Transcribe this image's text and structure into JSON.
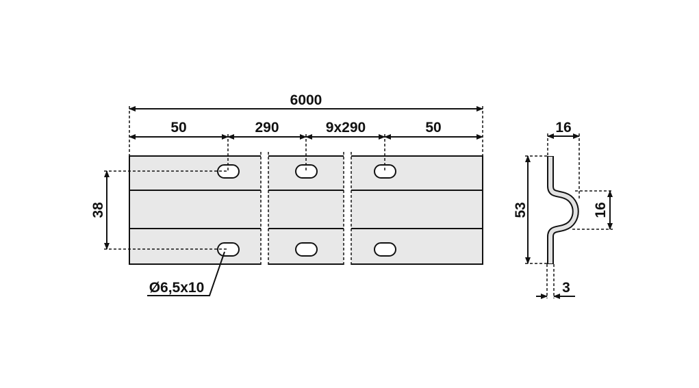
{
  "drawing": {
    "plate_view": {
      "overall_length": "6000",
      "end_offset_left": "50",
      "hole_pitch": "290",
      "hole_pitch_repeat": "9x290",
      "end_offset_right": "50",
      "hole_row_spacing": "38",
      "slot_size": "Ø6,5x10"
    },
    "profile_view": {
      "width": "16",
      "height": "53",
      "bulge_height": "16",
      "thickness": "3"
    },
    "colors": {
      "plate_fill": "#e8e8e8",
      "line": "#111111"
    }
  }
}
